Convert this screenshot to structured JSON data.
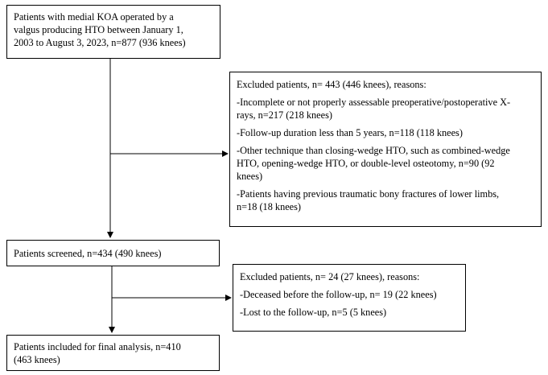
{
  "boxes": {
    "initial": {
      "lines": [
        "Patients with medial KOA operated by a",
        "valgus producing HTO between January 1,",
        "2003 to August 3, 2023, n=877 (936 knees)"
      ]
    },
    "excluded_first": {
      "header": "Excluded patients, n= 443 (446 knees), reasons:",
      "items": [
        [
          "-Incomplete or not properly assessable preoperative/postoperative X-",
          "rays, n=217 (218 knees)"
        ],
        [
          "-Follow-up duration less than 5 years, n=118 (118 knees)"
        ],
        [
          "-Other technique than closing-wedge HTO, such as combined-wedge",
          "HTO, opening-wedge HTO, or double-level osteotomy, n=90 (92",
          "knees)"
        ],
        [
          "-Patients having previous traumatic bony fractures of lower limbs,",
          "n=18 (18 knees)"
        ]
      ]
    },
    "screened": {
      "lines": [
        "Patients screened, n=434 (490 knees)"
      ]
    },
    "excluded_second": {
      "header": "Excluded patients, n=  24 (27 knees), reasons:",
      "items": [
        [
          "-Deceased before the follow-up, n= 19 (22 knees)"
        ],
        [
          "-Lost to the follow-up, n=5 (5 knees)"
        ]
      ]
    },
    "final": {
      "lines": [
        "Patients included for final analysis, n=410",
        "(463 knees)"
      ]
    }
  }
}
